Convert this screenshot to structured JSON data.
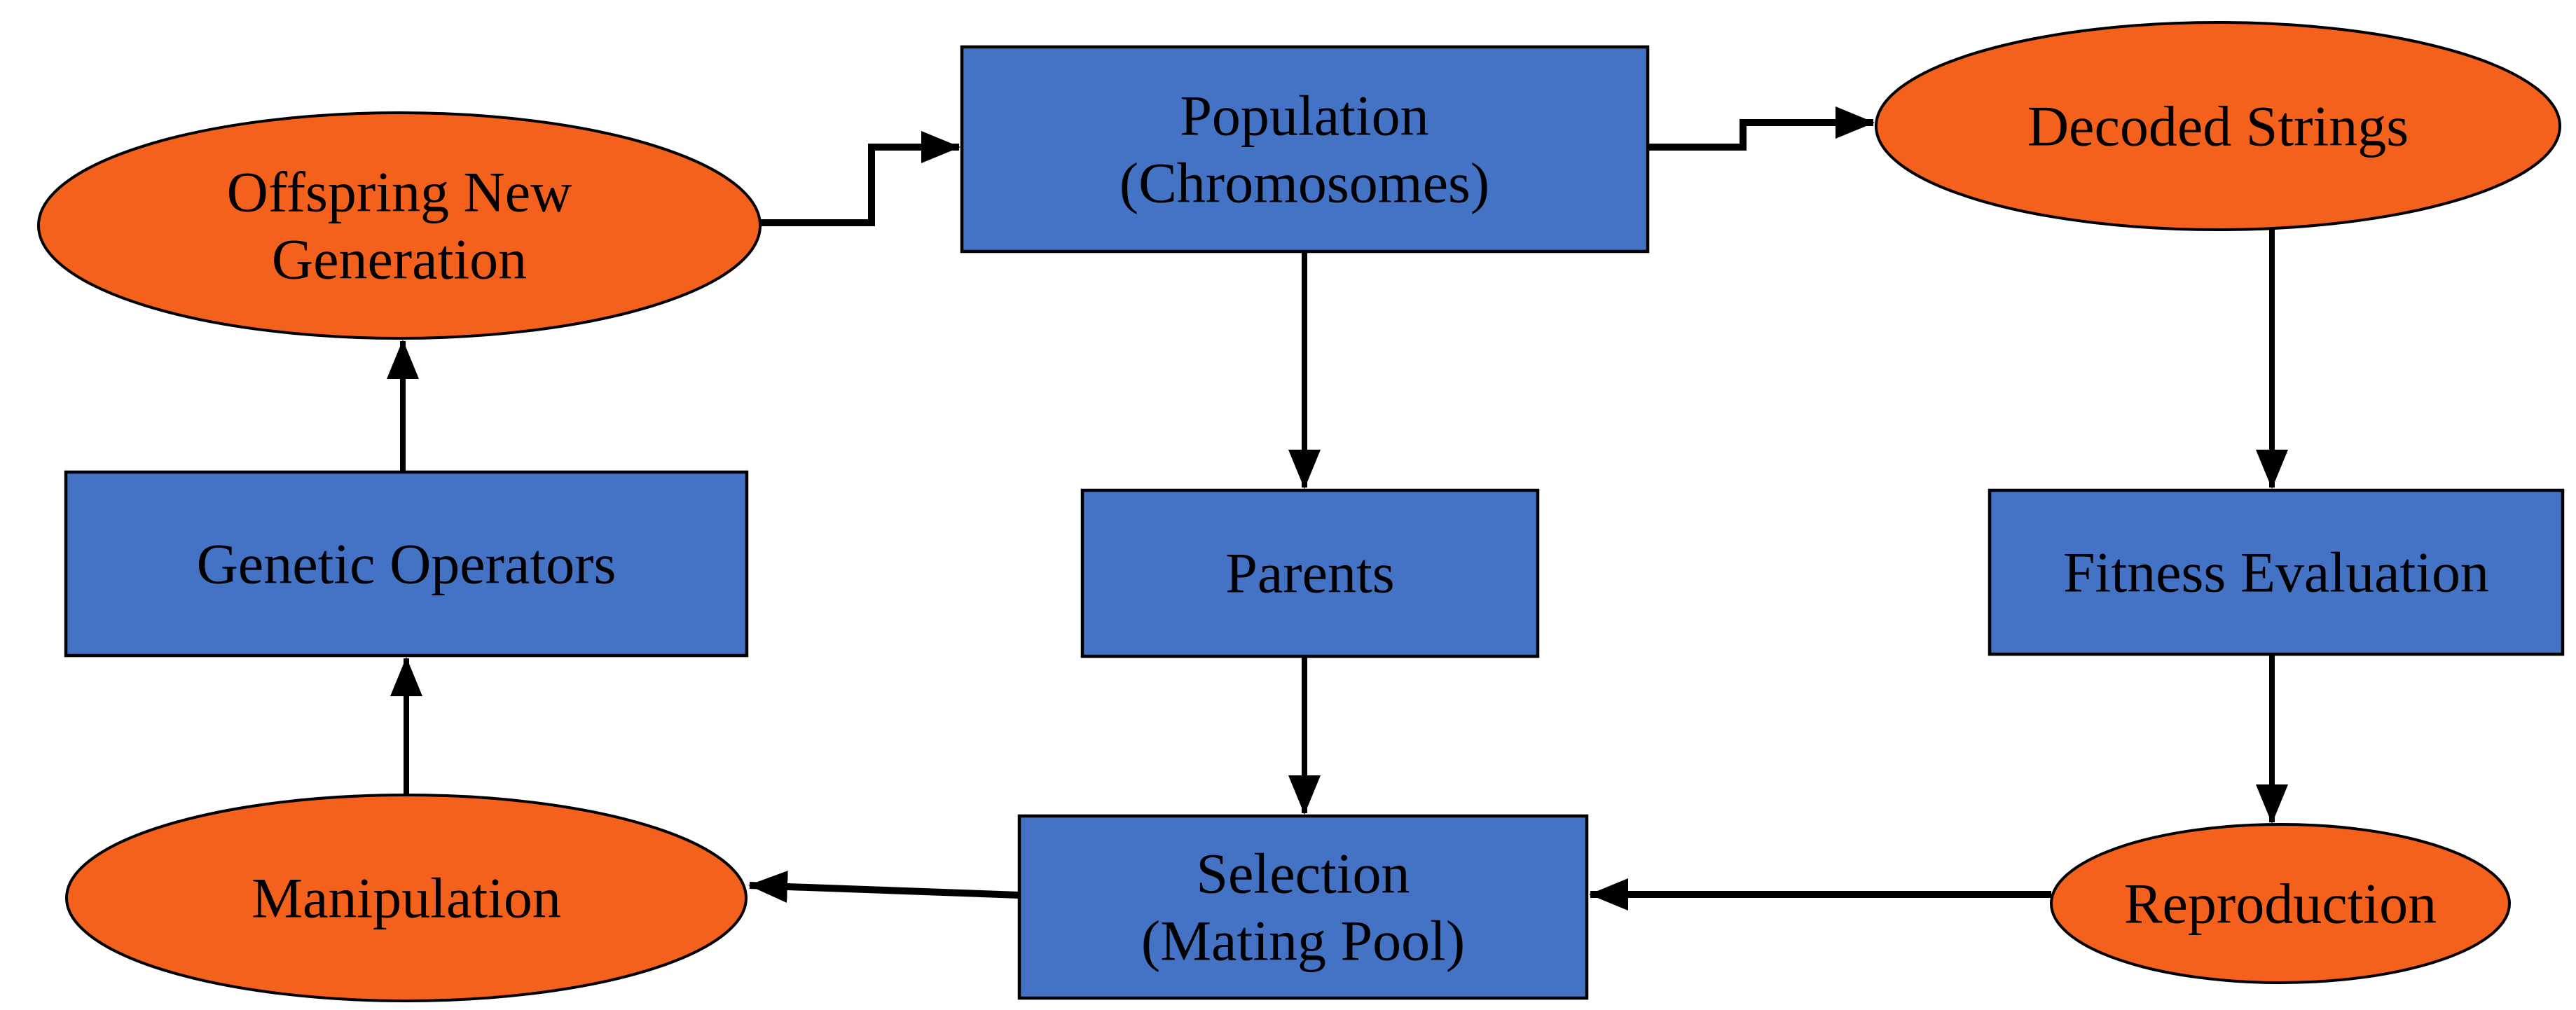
{
  "colors": {
    "background": "#FFFFFF",
    "node_orange": "#F4611C",
    "node_blue": "#4472C4",
    "outline": "#000000",
    "arrow": "#000000"
  },
  "nodes": {
    "offspring": {
      "shape": "ellipse",
      "lines": [
        "Offspring New",
        "Generation"
      ]
    },
    "population": {
      "shape": "rectangle",
      "lines": [
        "Population",
        "(Chromosomes)"
      ]
    },
    "decoded_strings": {
      "shape": "ellipse",
      "lines": [
        "Decoded Strings"
      ]
    },
    "genetic_operators": {
      "shape": "rectangle",
      "lines": [
        "Genetic Operators"
      ]
    },
    "parents": {
      "shape": "rectangle",
      "lines": [
        "Parents"
      ]
    },
    "fitness_evaluation": {
      "shape": "rectangle",
      "lines": [
        "Fitness Evaluation"
      ]
    },
    "manipulation": {
      "shape": "ellipse",
      "lines": [
        "Manipulation"
      ]
    },
    "selection": {
      "shape": "rectangle",
      "lines": [
        "Selection",
        "(Mating Pool)"
      ]
    },
    "reproduction": {
      "shape": "ellipse",
      "lines": [
        "Reproduction"
      ]
    }
  },
  "edges": [
    {
      "from": "offspring",
      "to": "population",
      "style": "elbow"
    },
    {
      "from": "population",
      "to": "decoded_strings",
      "style": "elbow"
    },
    {
      "from": "population",
      "to": "parents",
      "style": "straight"
    },
    {
      "from": "decoded_strings",
      "to": "fitness_evaluation",
      "style": "straight"
    },
    {
      "from": "fitness_evaluation",
      "to": "reproduction",
      "style": "straight"
    },
    {
      "from": "reproduction",
      "to": "selection",
      "style": "straight"
    },
    {
      "from": "parents",
      "to": "selection",
      "style": "straight"
    },
    {
      "from": "selection",
      "to": "manipulation",
      "style": "straight"
    },
    {
      "from": "manipulation",
      "to": "genetic_operators",
      "style": "straight"
    },
    {
      "from": "genetic_operators",
      "to": "offspring",
      "style": "straight"
    }
  ]
}
